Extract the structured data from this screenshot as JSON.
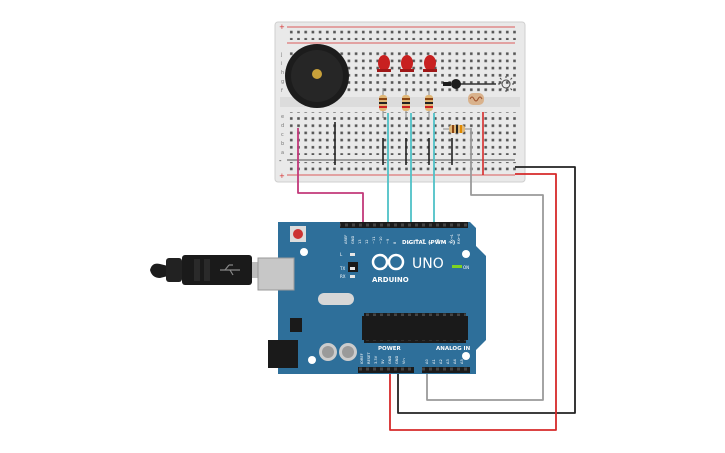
{
  "arduino": {
    "brand": "ARDUINO",
    "model": "UNO",
    "digital_label": "DIGITAL (PWM ~)",
    "power_label": "POWER",
    "analog_label": "ANALOG IN",
    "on_label": "ON",
    "led_l_label": "L",
    "tx_label": "TX",
    "rx_label": "RX",
    "aref_label": "AREF",
    "gnd_label": "GND",
    "digital_pins": [
      "13",
      "12",
      "~11",
      "~10",
      "~9",
      "8",
      "7",
      "~6",
      "~5",
      "4",
      "~3",
      "2",
      "TX→1",
      "RX←0"
    ],
    "power_pins": [
      "IOREF",
      "RESET",
      "3.3V",
      "5V",
      "GND",
      "GND",
      "Vin"
    ],
    "analog_pins": [
      "A0",
      "A1",
      "A2",
      "A3",
      "A4",
      "A5"
    ]
  },
  "breadboard": {
    "rows_top": [
      "j",
      "i",
      "h",
      "g",
      "f"
    ],
    "rows_bottom": [
      "e",
      "d",
      "c",
      "b",
      "a"
    ],
    "rail_plus": "+",
    "rail_minus": "-"
  },
  "colors": {
    "board": "#2e6f9a",
    "breadboard": "#eaeaea",
    "wire_red": "#d62a2a",
    "wire_black": "#222222",
    "wire_teal": "#4fc1c7",
    "wire_pink": "#c2397a",
    "wire_gray": "#9a9a9a",
    "led": "#c82020"
  },
  "components": {
    "buzzer": "buzzer-icon",
    "leds": [
      "red-led",
      "red-led",
      "red-led"
    ],
    "photoresistor": "photoresistor-icon",
    "light_source": "sun-icon"
  }
}
